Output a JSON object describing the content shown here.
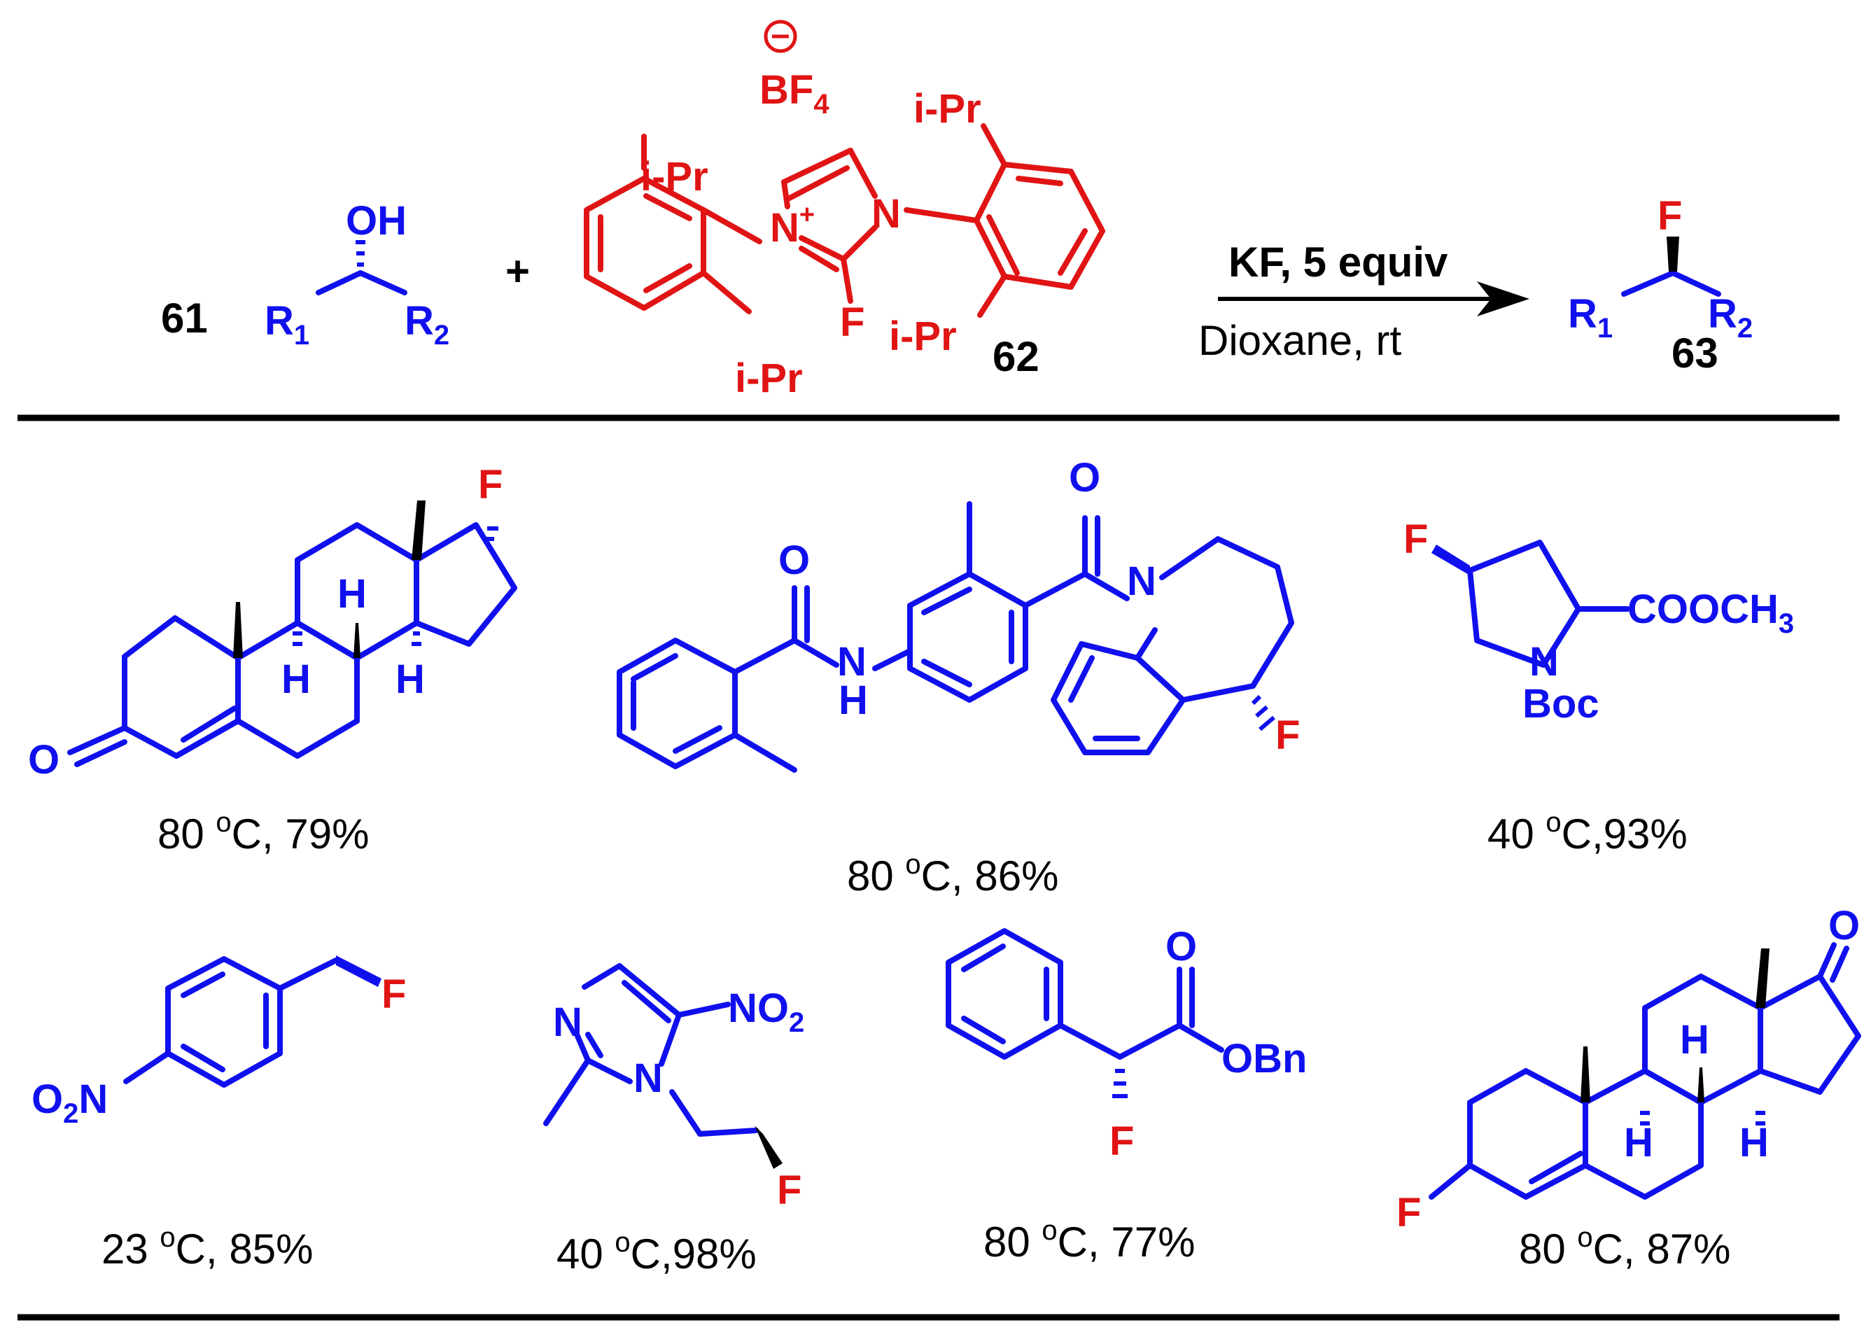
{
  "colors": {
    "reagent": "#e01414",
    "substrate": "#1010ee",
    "text": "#000000"
  },
  "reaction": {
    "substrate_number": "61",
    "reagent_number": "62",
    "product_number": "63",
    "plus": "+",
    "reagent_label": "KF, 5 equiv",
    "solvent_label": "Dioxane, rt",
    "atoms": {
      "OH": "OH",
      "R": "R",
      "sub1": "1",
      "sub2": "2",
      "F": "F",
      "N": "N",
      "iPr": "i-Pr",
      "BF": "BF",
      "four": "4",
      "plus_charge": "+",
      "minus_charge": "−"
    }
  },
  "conditions": [
    {
      "temp": "80 ",
      "deg": "o",
      "rest": "C, 79%"
    },
    {
      "temp": "80 ",
      "deg": "o",
      "rest": "C, 86%"
    },
    {
      "temp": "40 ",
      "deg": "o",
      "rest": "C,93%"
    },
    {
      "temp": "23 ",
      "deg": "o",
      "rest": "C, 85%"
    },
    {
      "temp": "40 ",
      "deg": "o",
      "rest": "C,98%"
    },
    {
      "temp": "80 ",
      "deg": "o",
      "rest": "C, 77%"
    },
    {
      "temp": "80 ",
      "deg": "o",
      "rest": "C, 87%"
    }
  ],
  "labels": {
    "O": "O",
    "H": "H",
    "F": "F",
    "N": "N",
    "NH_N": "N",
    "NH_H": "H",
    "COOCH": "COOCH",
    "three": "3",
    "Boc": "Boc",
    "O2": "O",
    "two": "2",
    "NO": "NO",
    "OBn": "OBn"
  }
}
